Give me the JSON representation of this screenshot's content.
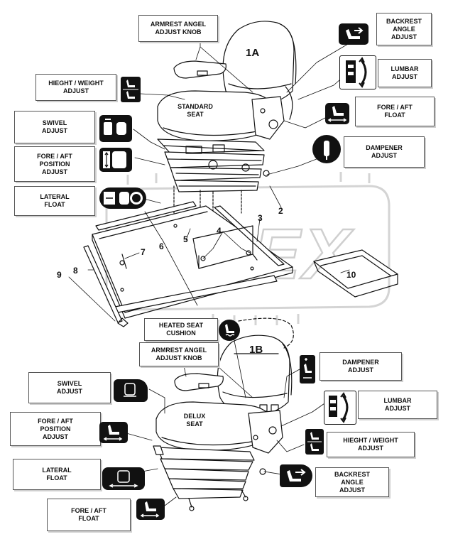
{
  "seat_1a": {
    "tag": "1A",
    "seat_name": [
      "STANDARD",
      "SEAT"
    ],
    "callouts": {
      "armrest": [
        "ARMREST ANGEL",
        "ADJUST KNOB"
      ],
      "backrest": [
        "BACKREST",
        "ANGLE",
        "ADJUST"
      ],
      "height": [
        "HIEGHT / WEIGHT",
        "ADJUST"
      ],
      "lumbar": [
        "LUMBAR",
        "ADJUST"
      ],
      "swivel": [
        "SWIVEL",
        "ADJUST"
      ],
      "fore_aft_float": [
        "FORE / AFT",
        "FLOAT"
      ],
      "fore_aft_position": [
        "FORE / AFT",
        "POSITION",
        "ADJUST"
      ],
      "dampener": [
        "DAMPENER",
        "ADJUST"
      ],
      "lateral": [
        "LATERAL",
        "FLOAT"
      ]
    }
  },
  "seat_1b": {
    "tag": "1B",
    "seat_name": [
      "DELUX",
      "SEAT"
    ],
    "callouts": {
      "heated": [
        "HEATED SEAT",
        "CUSHION"
      ],
      "armrest": [
        "ARMREST ANGEL",
        "ADJUST KNOB"
      ],
      "dampener": [
        "DAMPENER",
        "ADJUST"
      ],
      "swivel": [
        "SWIVEL",
        "ADJUST"
      ],
      "lumbar": [
        "LUMBAR",
        "ADJUST"
      ],
      "fore_aft_position": [
        "FORE / AFT",
        "POSITION",
        "ADJUST"
      ],
      "height": [
        "HIEGHT / WEIGHT",
        "ADJUST"
      ],
      "lateral": [
        "LATERAL",
        "FLOAT"
      ],
      "backrest": [
        "BACKREST",
        "ANGLE",
        "ADJUST"
      ],
      "fore_aft_float": [
        "FORE / AFT",
        "FLOAT"
      ]
    }
  },
  "part_numbers": [
    "2",
    "3",
    "4",
    "5",
    "6",
    "7",
    "8",
    "9",
    "10"
  ],
  "watermark": "OREX",
  "colors": {
    "ink": "#111111",
    "panel": "#ffffff",
    "shadow": "#cfcfcf",
    "watermark": "#d8d8d8"
  },
  "icons": [
    "armrest-knob-icon",
    "backrest-angle-icon",
    "height-weight-icon",
    "lumbar-icon",
    "swivel-icon",
    "fore-aft-float-icon",
    "fore-aft-position-icon",
    "dampener-icon",
    "lateral-float-icon",
    "heated-seat-icon"
  ]
}
